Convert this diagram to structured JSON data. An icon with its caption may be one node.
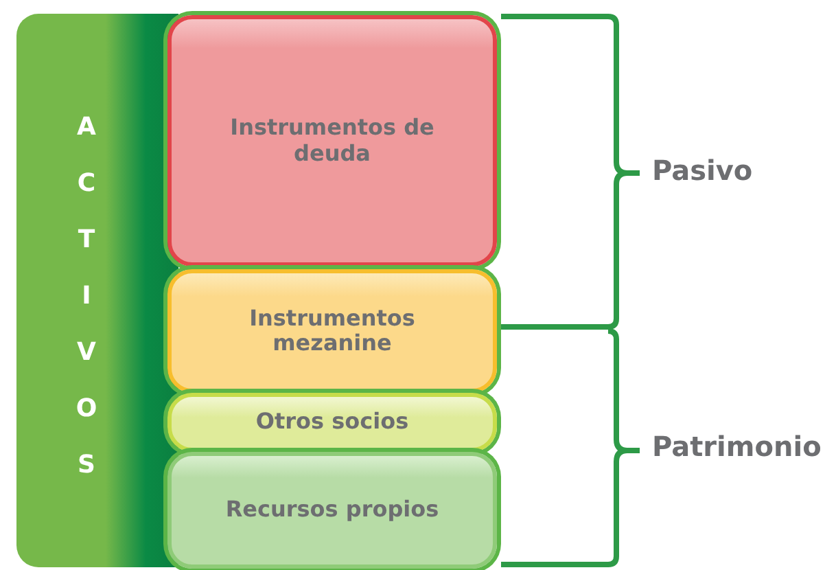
{
  "diagram": {
    "nodes": [
      {
        "text": [
          "ACTIVOS"
        ]
      },
      {
        "text": [
          "Instrumentos de deuda"
        ]
      },
      {
        "text": [
          "Instrumentos mezanine"
        ]
      },
      {
        "text": [
          "Otros socios"
        ]
      },
      {
        "text": [
          "Recursos propios"
        ]
      }
    ],
    "labels": [
      "Pasivo",
      "Patrimonio"
    ]
  }
}
